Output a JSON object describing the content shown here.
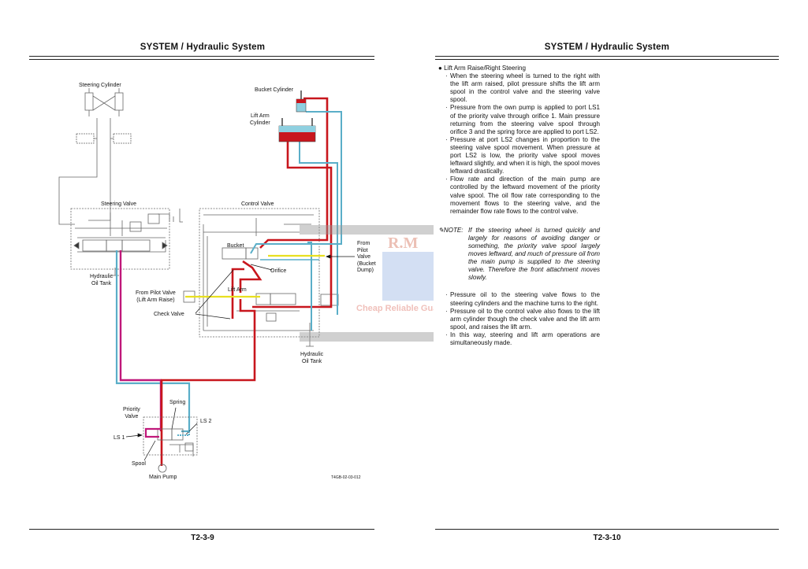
{
  "left_page": {
    "header": "SYSTEM / Hydraulic System",
    "page_number": "T2-3-9",
    "figure_code": "T4GB-02-03-012",
    "diagram_labels": {
      "steering_cylinder": "Steering Cylinder",
      "steering_valve": "Steering Valve",
      "hydraulic_oil_tank_1": "Hydraulic\nOil Tank",
      "bucket_cylinder": "Bucket Cylinder",
      "lift_arm_cylinder": "Lift Arm\nCylinder",
      "control_valve": "Control Valve",
      "bucket": "Bucket",
      "orifice": "Orifice",
      "lift_arm": "Lift Arm",
      "from_pilot_lift": "From Pilot Valve\n(Lift Arm Raise)",
      "check_valve": "Check Valve",
      "from_pilot_bucket": "From\nPilot\nValve\n(Bucket\nDump)",
      "hydraulic_oil_tank_2": "Hydraulic\nOil Tank",
      "priority_valve": "Priority\nValve",
      "spring": "Spring",
      "ls2": "LS 2",
      "ls1": "LS 1",
      "spool": "Spool",
      "main_pump": "Main Pump"
    },
    "colors": {
      "pressure": "#c8161d",
      "return": "#5aaec8",
      "ls": "#c0187a",
      "pilot": "#e8e020",
      "line": "#555555"
    }
  },
  "right_page": {
    "header": "SYSTEM / Hydraulic System",
    "page_number": "T2-3-10",
    "section_title": "Lift Arm Raise/Right Steering",
    "bullets_1": [
      "When the steering wheel is turned to the right with the lift arm raised, pilot pressure shifts the lift arm spool in the control valve and the steering valve spool.",
      "Pressure from the own pump is applied to port LS1 of the priority valve through orifice 1. Main pressure returning from the steering valve spool through orifice 3 and the spring force are applied to port LS2.",
      "Pressure at port LS2 changes in proportion to the steering valve spool movement. When pressure at port LS2 is low, the priority valve spool moves leftward slightly, and when it is high, the spool moves leftward drastically.",
      "Flow rate and direction of the main pump are controlled by the leftward movement of the priority valve spool. The oil flow rate corresponding to the movement flows to the steering valve, and the remainder flow rate flows to the control valve."
    ],
    "note_label": "NOTE:",
    "note_text": "If the steering wheel is turned quickly and largely for reasons of avoiding danger or something, the priority valve spool largely moves leftward, and much of pressure oil from the main pump is supplied to the steering valve. Therefore the front attachment moves slowly.",
    "bullets_2": [
      "Pressure oil to the steering valve flows to the steering cylinders and the machine turns to the right.",
      "Pressure oil to the control valve also flows to the lift arm cylinder though the check valve and the lift arm spool, and raises the lift arm.",
      "In this way, steering and lift arm operations are simultaneously made."
    ]
  },
  "watermark": {
    "brand": "R.M",
    "tagline": "Cheap Reliable Guara"
  }
}
